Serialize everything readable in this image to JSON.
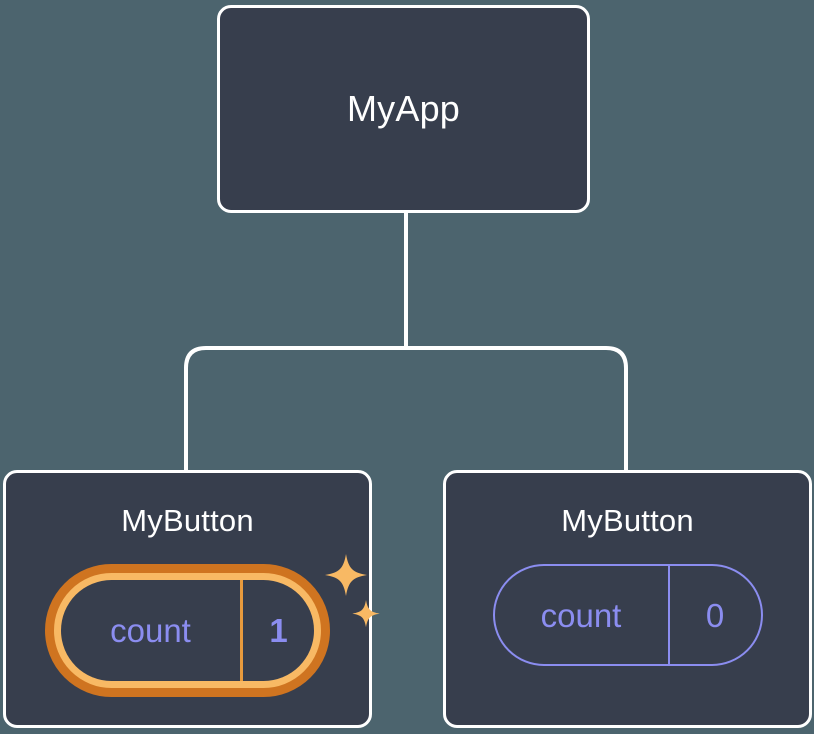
{
  "diagram": {
    "type": "component-tree",
    "background_color": "#4c646e",
    "node_fill": "#373e4d",
    "node_border": "#ffffff",
    "edge_color": "#ffffff",
    "accent_highlight": "#cf7420",
    "accent_highlight_inner": "#f8b964",
    "state_color": "#8b8df0",
    "root": {
      "title": "MyApp"
    },
    "children": [
      {
        "title": "MyButton",
        "highlighted": true,
        "state": {
          "key": "count",
          "value": "1"
        },
        "sparkle_icons": [
          "sparkle-large-icon",
          "sparkle-small-icon"
        ]
      },
      {
        "title": "MyButton",
        "highlighted": false,
        "state": {
          "key": "count",
          "value": "0"
        }
      }
    ],
    "edges": [
      {
        "name": "root-to-branch",
        "from": "MyApp",
        "to": "branch-bar"
      },
      {
        "name": "branch-to-left-child",
        "from": "branch-bar",
        "to": "MyButton(1)"
      },
      {
        "name": "branch-to-right-child",
        "from": "branch-bar",
        "to": "MyButton(0)"
      }
    ]
  }
}
